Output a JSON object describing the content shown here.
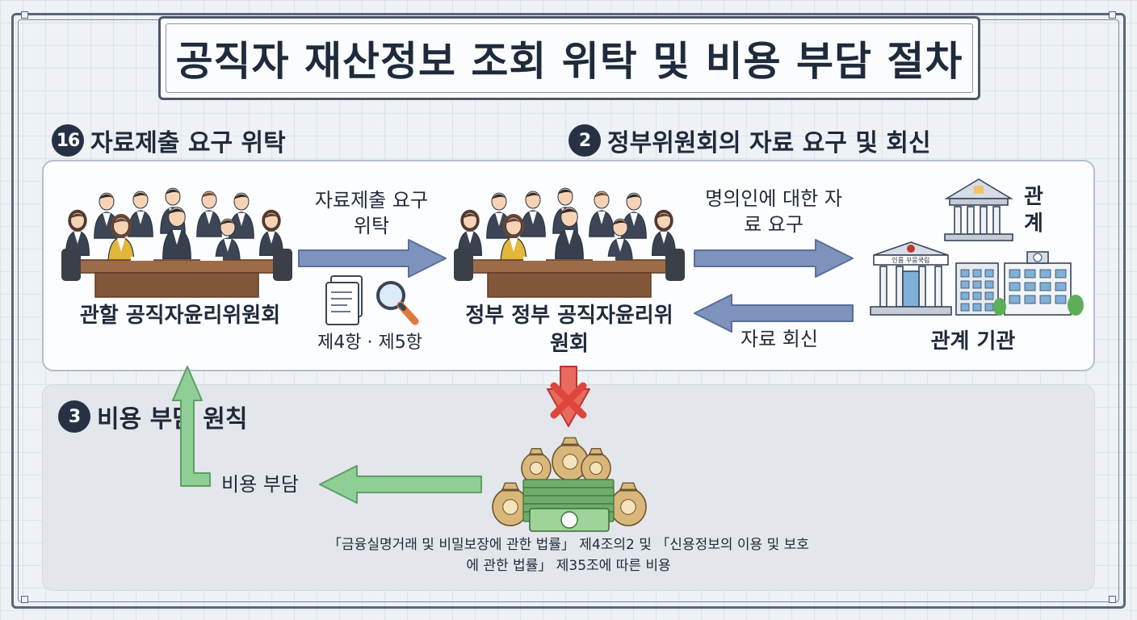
{
  "title": "공직자 재산정보 조회 위탁 및 비용 부담 절차",
  "sections": [
    {
      "badge": "16",
      "label": "자료제출 요구 위탁"
    },
    {
      "badge": "2",
      "label": "정부위원회의 자료 요구 및 회신"
    },
    {
      "badge": "3",
      "label": "비용 부담 원칙"
    }
  ],
  "nodes": {
    "local_committee": {
      "line1": "관할",
      "line2": "공직자윤리위원회"
    },
    "gov_committee": {
      "line1": "정부",
      "line2": "정부 공직자윤리위원회"
    },
    "agencies": {
      "label": "관계 기관",
      "side_label": "관 계",
      "bank_sign": "인름 꾸뭄쿡림"
    }
  },
  "arrows": {
    "delegate": {
      "line1": "자료제출",
      "line2": "요구 위탁"
    },
    "request": {
      "line1": "명의인에 대한",
      "line2": "자료 요구"
    },
    "reply": {
      "label": "자료 회신"
    },
    "cost": {
      "label": "비용 부담"
    }
  },
  "clauses": {
    "label": "제4항 · 제5항"
  },
  "law_note": {
    "line1": "「금융실명거래 및 비밀보장에 관한 법률」 제4조의2 및",
    "line2": "「신용정보의 이용 및 보호에 관한 법률」 제35조에 따른 비용"
  },
  "colors": {
    "arrow_blue": "#7d93bd",
    "arrow_green": "#8fcf95",
    "cross_red": "#e0443e",
    "badge_dark": "#263244",
    "money_green": "#6fae6a",
    "bag_tan": "#d9b77a"
  },
  "icons": {
    "people": "committee-people-icon",
    "document": "document-icon",
    "magnifier": "magnifier-icon",
    "buildings": "government-buildings-icon",
    "money": "money-bags-icon",
    "cross": "cross-icon"
  }
}
